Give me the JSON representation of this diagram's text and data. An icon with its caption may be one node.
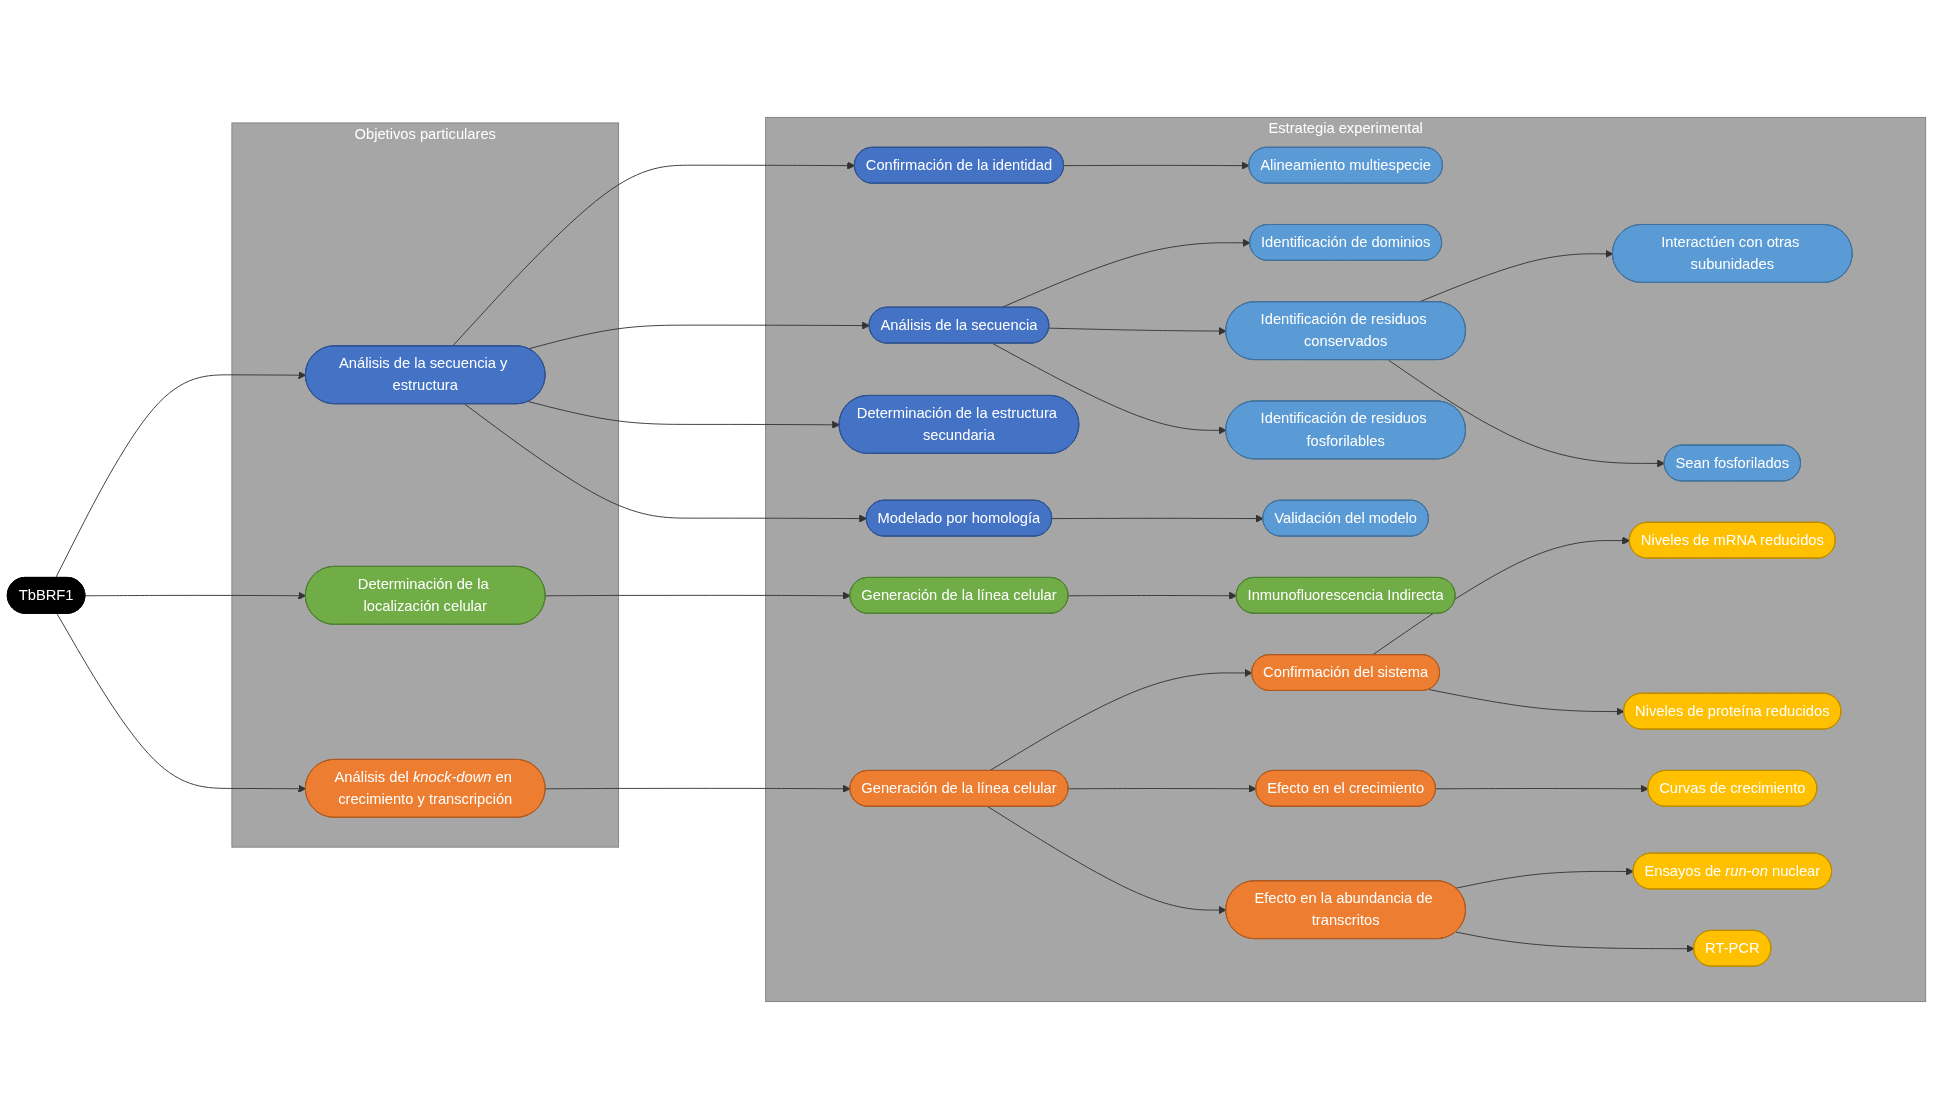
{
  "diagram": {
    "nodes": [
      {
        "text": [
          "TbBRF1"
        ]
      },
      {
        "text": [
          "Objetivos particulares"
        ]
      },
      {
        "text": [
          "Análisis de la secuencia y estructura"
        ],
        "in": 1
      },
      {
        "text": [
          "Determinación de la localización celular"
        ],
        "in": 1
      },
      {
        "text": [
          "Análisis del *knock-down* en crecimiento y transcripción"
        ],
        "in": 1
      },
      {
        "text": [
          "Estrategia experimental"
        ]
      },
      {
        "text": [
          "Confirmación de la identidad"
        ],
        "in": 5
      },
      {
        "text": [
          "Alineamiento multiespecie"
        ],
        "in": 5
      },
      {
        "text": [
          "Análisis de la secuencia"
        ],
        "in": 5
      },
      {
        "text": [
          "Identificación de dominios"
        ],
        "in": 5
      },
      {
        "text": [
          "Identificación de residuos conservados"
        ],
        "in": 5
      },
      {
        "text": [
          "Interactúen con otras subunidades"
        ],
        "in": 5
      },
      {
        "text": [
          "Sean fosforilados"
        ],
        "in": 5
      },
      {
        "text": [
          "Determinación de la estructura secundaria"
        ],
        "in": 5
      },
      {
        "text": [
          "Identificación de residuos fosforilables"
        ],
        "in": 5
      },
      {
        "text": [
          "Modelado por homología"
        ],
        "in": 5
      },
      {
        "text": [
          "Validación del modelo"
        ],
        "in": 5
      },
      {
        "text": [
          "Generación de la línea celular"
        ],
        "in": 5
      },
      {
        "text": [
          "Inmunofluorescencia Indirecta"
        ],
        "in": 5
      },
      {
        "text": [
          "Niveles de mRNA reducidos"
        ],
        "in": 5
      },
      {
        "text": [
          "Niveles de proteína reducidos"
        ],
        "in": 5
      },
      {
        "text": [
          "Confirmación del sistema"
        ],
        "in": 5
      },
      {
        "text": [
          "Generación de la línea celular"
        ],
        "in": 5
      },
      {
        "text": [
          "Efecto en el crecimiento"
        ],
        "in": 5
      },
      {
        "text": [
          "Curvas de crecimiento"
        ],
        "in": 5
      },
      {
        "text": [
          "Efecto en la abundancia de transcritos"
        ],
        "in": 5
      },
      {
        "text": [
          "Ensayos de *run-on* nuclear"
        ],
        "in": 5
      },
      {
        "text": [
          "RT-PCR"
        ],
        "in": 5
      }
    ],
    "edges": [
      {
        "from": 0,
        "to": 2,
        "arrow": "to"
      },
      {
        "from": 0,
        "to": 3,
        "arrow": "to"
      },
      {
        "from": 0,
        "to": 4,
        "arrow": "to"
      },
      {
        "from": 2,
        "to": 6,
        "arrow": "to"
      },
      {
        "from": 2,
        "to": 8,
        "arrow": "to"
      },
      {
        "from": 2,
        "to": 13,
        "arrow": "to"
      },
      {
        "from": 2,
        "to": 15,
        "arrow": "to"
      },
      {
        "from": 6,
        "to": 7,
        "arrow": "to"
      },
      {
        "from": 8,
        "to": 9,
        "arrow": "to"
      },
      {
        "from": 8,
        "to": 10,
        "arrow": "to"
      },
      {
        "from": 8,
        "to": 14,
        "arrow": "to"
      },
      {
        "from": 10,
        "to": 11,
        "arrow": "to"
      },
      {
        "from": 10,
        "to": 12,
        "arrow": "to"
      },
      {
        "from": 15,
        "to": 16,
        "arrow": "to"
      },
      {
        "from": 3,
        "to": 17,
        "arrow": "to"
      },
      {
        "from": 17,
        "to": 18,
        "arrow": "to"
      },
      {
        "from": 4,
        "to": 22,
        "arrow": "to"
      },
      {
        "from": 22,
        "to": 21,
        "arrow": "to"
      },
      {
        "from": 22,
        "to": 23,
        "arrow": "to"
      },
      {
        "from": 22,
        "to": 25,
        "arrow": "to"
      },
      {
        "from": 21,
        "to": 19,
        "arrow": "to"
      },
      {
        "from": 21,
        "to": 20,
        "arrow": "to"
      },
      {
        "from": 23,
        "to": 24,
        "arrow": "to"
      },
      {
        "from": 25,
        "to": 26,
        "arrow": "to"
      },
      {
        "from": 25,
        "to": 27,
        "arrow": "to"
      }
    ]
  }
}
